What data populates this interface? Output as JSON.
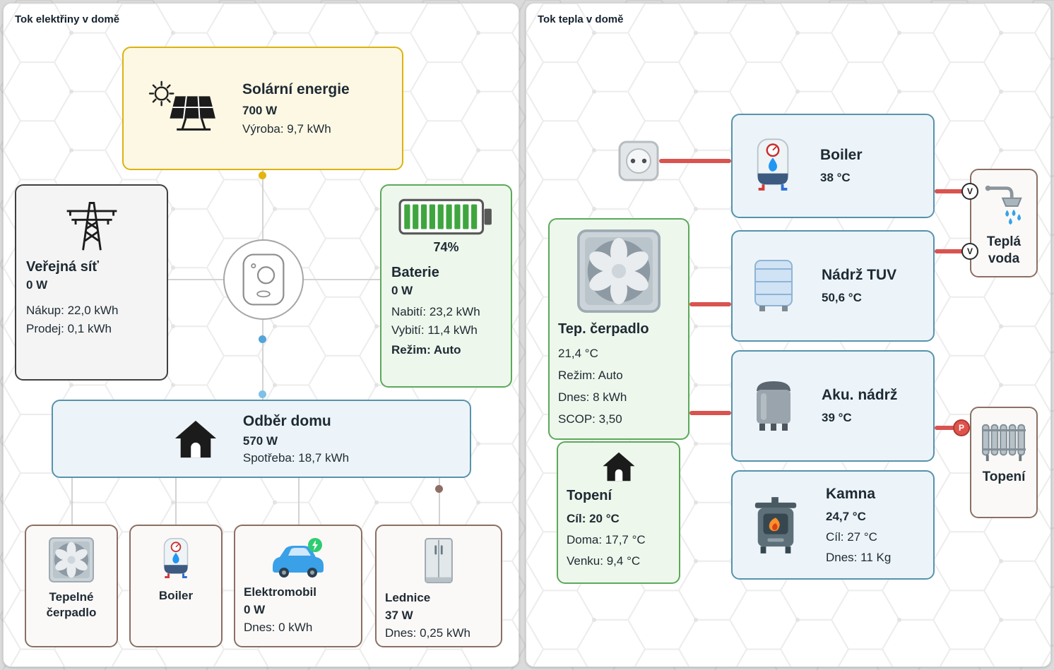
{
  "left_panel": {
    "title": "Tok elektřiny v domě",
    "solar": {
      "name": "Solární energie",
      "power": "700 W",
      "info": "Výroba: 9,7 kWh"
    },
    "grid": {
      "name": "Veřejná síť",
      "power": "0 W",
      "info1": "Nákup: 22,0 kWh",
      "info2": "Prodej: 0,1 kWh"
    },
    "battery": {
      "percent": "74%",
      "name": "Baterie",
      "power": "0 W",
      "info1": "Nabití: 23,2 kWh",
      "info2": "Vybití: 11,4 kWh",
      "mode": "Režim: Auto"
    },
    "home": {
      "name": "Odběr domu",
      "power": "570 W",
      "info": "Spotřeba: 18,7 kWh"
    },
    "devices": [
      {
        "name": "Tepelné čerpadlo"
      },
      {
        "name": "Boiler"
      },
      {
        "name": "Elektromobil",
        "power": "0 W",
        "info": "Dnes: 0 kWh"
      },
      {
        "name": "Lednice",
        "power": "37 W",
        "info": "Dnes: 0,25 kWh"
      }
    ]
  },
  "right_panel": {
    "title": "Tok tepla v domě",
    "boiler": {
      "name": "Boiler",
      "temp": "38 °C"
    },
    "tuv_tank": {
      "name": "Nádrž TUV",
      "temp": "50,6 °C"
    },
    "heat_pump": {
      "name": "Tep. čerpadlo",
      "temp": "21,4 °C",
      "info1": "Režim: Auto",
      "info2": "Dnes: 8 kWh",
      "info3": "SCOP: 3,50"
    },
    "aku_tank": {
      "name": "Aku. nádrž",
      "temp": "39 °C"
    },
    "heating": {
      "name": "Topení",
      "target": "Cíl: 20 °C",
      "info1": "Doma: 17,7 °C",
      "info2": "Venku: 9,4 °C"
    },
    "stove": {
      "name": "Kamna",
      "temp": "24,7 °C",
      "info1": "Cíl: 27 °C",
      "info2": "Dnes: 11 Kg"
    },
    "hot_water": {
      "name": "Teplá voda"
    },
    "radiators": {
      "name": "Topení"
    },
    "valve_badge": "V",
    "pump_badge": "P"
  }
}
